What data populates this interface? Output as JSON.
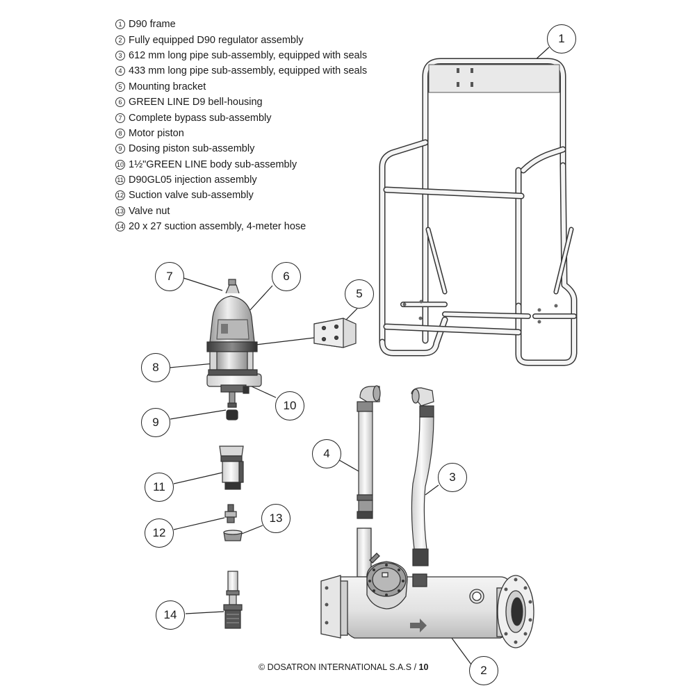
{
  "legend": [
    {
      "num": "1",
      "text": "D90 frame"
    },
    {
      "num": "2",
      "text": "Fully equipped D90 regulator assembly"
    },
    {
      "num": "3",
      "text": "612 mm long pipe sub-assembly, equipped with seals"
    },
    {
      "num": "4",
      "text": "433 mm long pipe sub-assembly, equipped with seals"
    },
    {
      "num": "5",
      "text": "Mounting bracket"
    },
    {
      "num": "6",
      "text": "GREEN LINE D9 bell-housing"
    },
    {
      "num": "7",
      "text": "Complete bypass sub-assembly"
    },
    {
      "num": "8",
      "text": "Motor piston"
    },
    {
      "num": "9",
      "text": "Dosing piston sub-assembly"
    },
    {
      "num": "10",
      "text": "1½\"GREEN LINE body sub-assembly"
    },
    {
      "num": "11",
      "text": "D90GL05 injection assembly"
    },
    {
      "num": "12",
      "text": "Suction valve sub-assembly"
    },
    {
      "num": "13",
      "text": "Valve nut"
    },
    {
      "num": "14",
      "text": "20 x 27 suction assembly, 4-meter hose"
    }
  ],
  "callouts": [
    "1",
    "2",
    "3",
    "4",
    "5",
    "6",
    "7",
    "8",
    "9",
    "10",
    "11",
    "12",
    "13",
    "14"
  ],
  "footer": {
    "copyright": "© DOSATRON INTERNATIONAL S.A.S / ",
    "page": "10"
  }
}
